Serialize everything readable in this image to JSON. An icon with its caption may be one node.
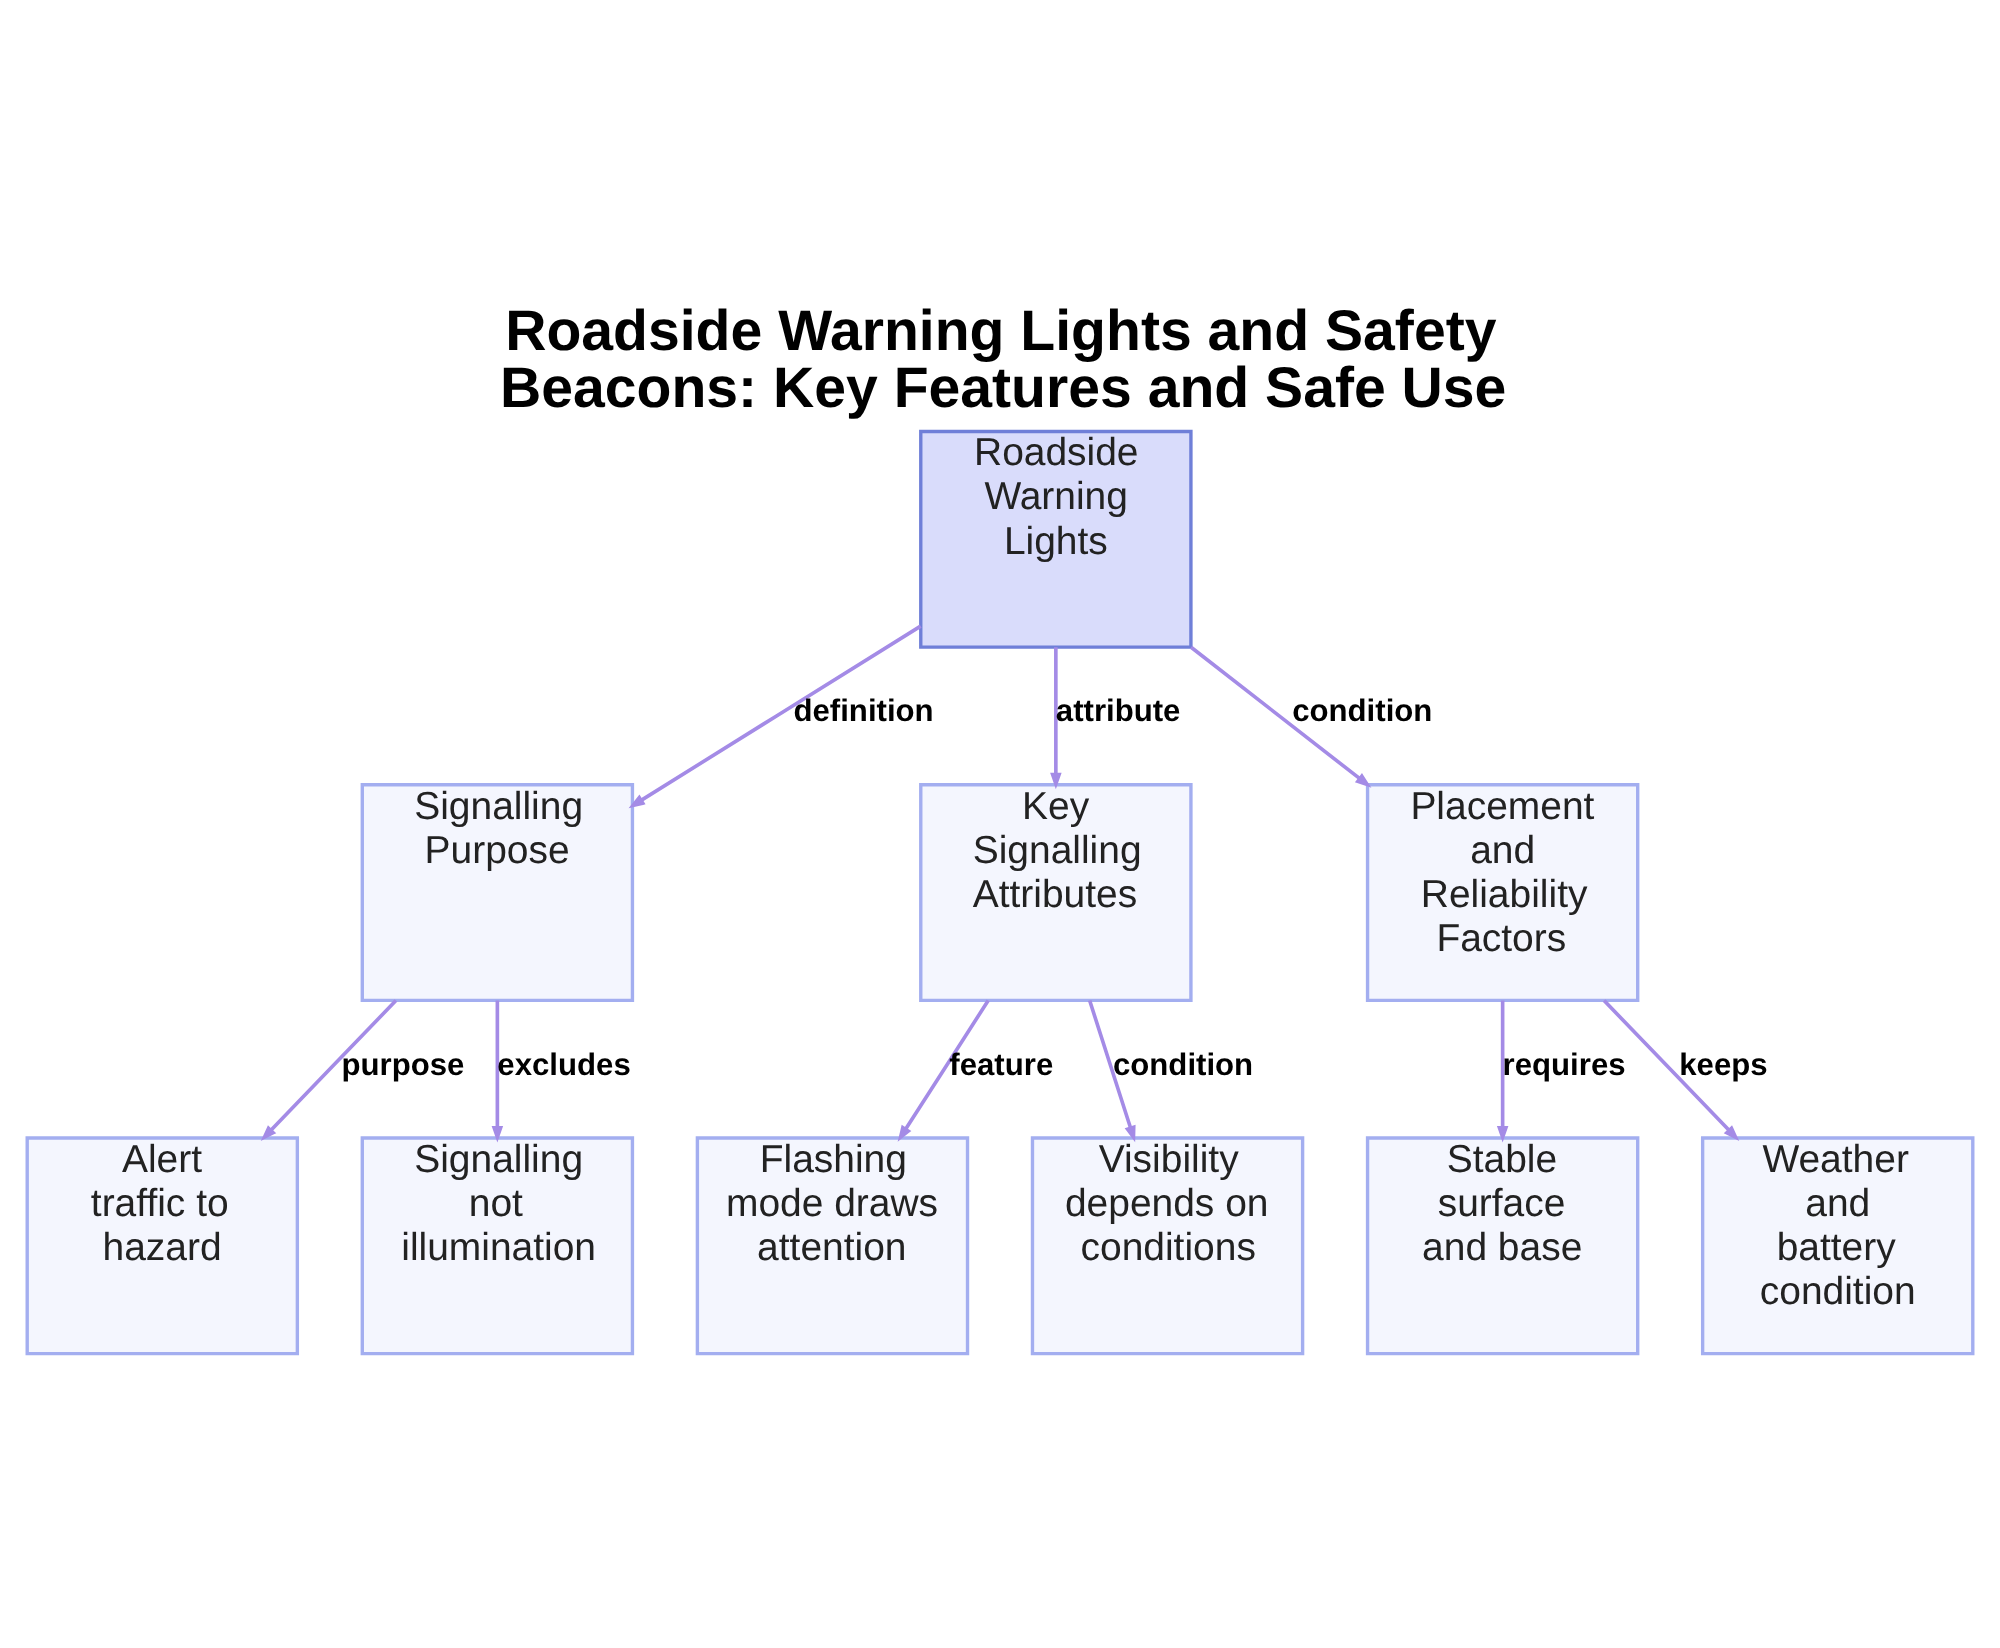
{
  "diagram": {
    "title": "Roadside Warning Lights and Safety Beacons: Key Features and Safe Use",
    "nodes": [
      {
        "text": [
          "Roadside Warning Lights"
        ]
      },
      {
        "text": [
          "Signalling Purpose"
        ]
      },
      {
        "text": [
          "Key Signalling Attributes"
        ]
      },
      {
        "text": [
          "Placement and Reliability Factors"
        ]
      },
      {
        "text": [
          "Alert traffic to hazard"
        ]
      },
      {
        "text": [
          "Signalling not illumination"
        ]
      },
      {
        "text": [
          "Flashing mode draws attention"
        ]
      },
      {
        "text": [
          "Visibility depends on conditions"
        ]
      },
      {
        "text": [
          "Stable surface and base"
        ]
      },
      {
        "text": [
          "Weather and battery condition"
        ]
      }
    ],
    "edges": [
      {
        "from": 0,
        "to": 1,
        "arrow": "to",
        "label": "definition"
      },
      {
        "from": 0,
        "to": 2,
        "arrow": "to",
        "label": "attribute"
      },
      {
        "from": 0,
        "to": 3,
        "arrow": "to",
        "label": "condition"
      },
      {
        "from": 1,
        "to": 4,
        "arrow": "to",
        "label": "purpose"
      },
      {
        "from": 1,
        "to": 5,
        "arrow": "to",
        "label": "excludes"
      },
      {
        "from": 2,
        "to": 6,
        "arrow": "to",
        "label": "feature"
      },
      {
        "from": 2,
        "to": 7,
        "arrow": "to",
        "label": "condition"
      },
      {
        "from": 3,
        "to": 8,
        "arrow": "to",
        "label": "requires"
      },
      {
        "from": 3,
        "to": 9,
        "arrow": "to",
        "label": "keeps"
      }
    ]
  }
}
